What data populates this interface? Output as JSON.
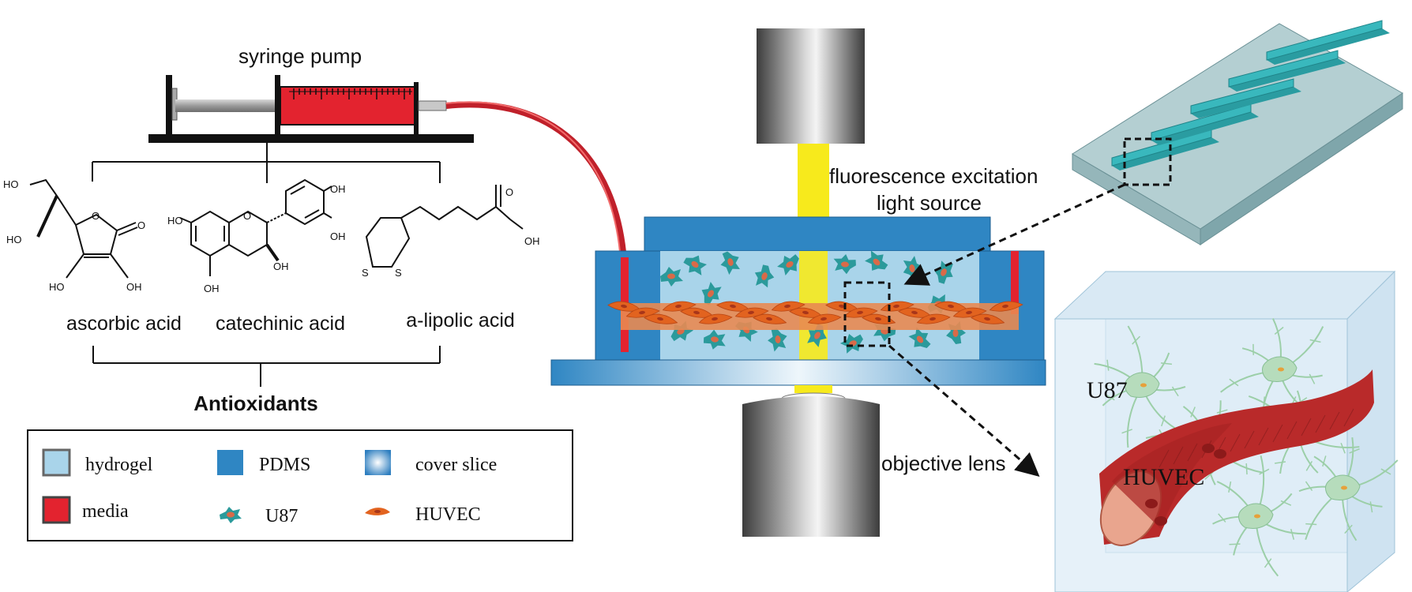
{
  "syringe": {
    "label": "syringe pump"
  },
  "compounds": [
    {
      "name": "ascorbic acid"
    },
    {
      "name": "catechinic acid"
    },
    {
      "name": "a-lipolic acid"
    }
  ],
  "atoms": {
    "ascorbic": [
      "HO",
      "HO",
      "O",
      "O",
      "HO",
      "OH"
    ],
    "catechinic": [
      "OH",
      "OH",
      "HO",
      "O",
      "OH",
      "OH"
    ],
    "lipoic": [
      "O",
      "OH",
      "S",
      "S"
    ]
  },
  "group_label": "Antioxidants",
  "legend": [
    {
      "label": "hydrogel",
      "swatch": "hydrogel"
    },
    {
      "label": "PDMS",
      "swatch": "pdms"
    },
    {
      "label": "cover slice",
      "swatch": "cover"
    },
    {
      "label": "media",
      "swatch": "media"
    },
    {
      "label": "U87",
      "swatch": "u87"
    },
    {
      "label": "HUVEC",
      "swatch": "huvec"
    }
  ],
  "annotations": {
    "light_line1": "fluorescence excitation",
    "light_line2": "light source",
    "objective": "objective lens",
    "zoom_u87": "U87",
    "zoom_huvec": "HUVEC"
  },
  "colors": {
    "hydrogel": "#a9d4ea",
    "pdms": "#2f86c3",
    "media": "#e3232f",
    "huvec": "#e2631f",
    "u87": "#2b9a9b",
    "light": "#f7ea1c",
    "chip": "#b4cfd2",
    "channel": "#39b8bd",
    "neuron": "#b6dcbc",
    "vessel": "#b92a2a"
  }
}
